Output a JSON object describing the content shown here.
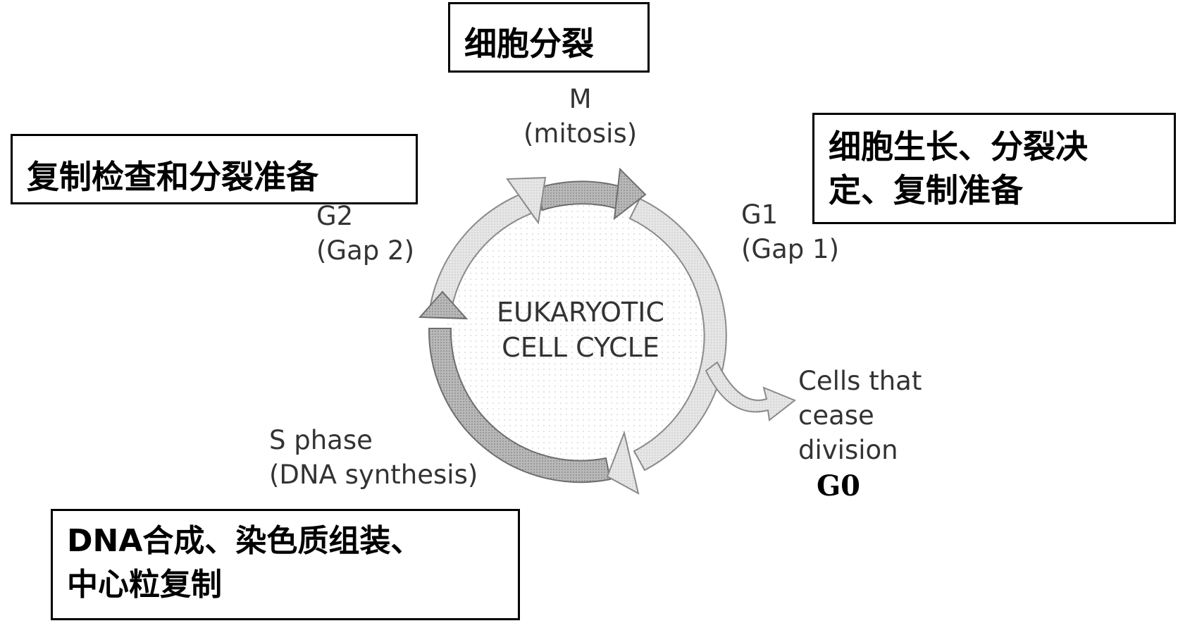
{
  "boxes": {
    "m": "细胞分裂",
    "g2": "复制检查和分裂准备",
    "g1": [
      "细胞生长、分裂决",
      "定、复制准备"
    ],
    "s": [
      "DNA合成、染色质组装、",
      "中心粒复制"
    ]
  },
  "phases": {
    "m": [
      "M",
      "(mitosis)"
    ],
    "g1": [
      "G1",
      "(Gap 1)"
    ],
    "g2": [
      "G2",
      "(Gap 2)"
    ],
    "s": [
      "S phase",
      "(DNA synthesis)"
    ]
  },
  "center": [
    "EUKARYOTIC",
    "CELL CYCLE"
  ],
  "g0": {
    "label": [
      "Cells that",
      "cease",
      "division"
    ],
    "tag": "G0"
  },
  "colors": {
    "box_border": "#000000",
    "phase_text": "#333333",
    "arrow_light": "#d9d9d9",
    "arrow_mid": "#a6a6a6",
    "arrow_dark": "#7f7f7f",
    "circle_fill": "#f2f2f2"
  }
}
